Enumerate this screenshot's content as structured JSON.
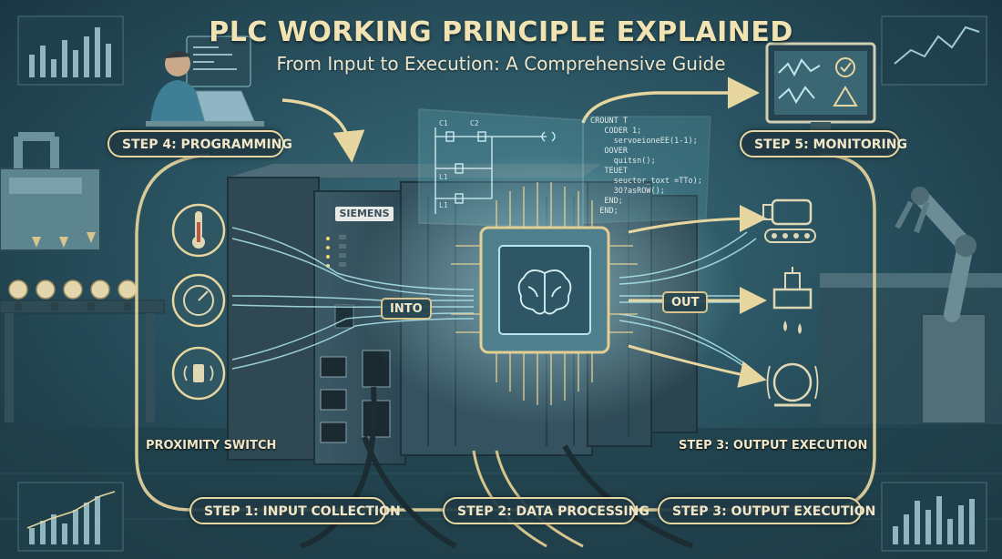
{
  "title": "PLC WORKING PRINCIPLE EXPLAINED",
  "subtitle": "From Input to Execution: A Comprehensive Guide",
  "steps": {
    "programming": "STEP 4: PROGRAMMING",
    "monitoring": "STEP 5: MONITORING",
    "input": "STEP 1: INPUT COLLECTION",
    "processing": "STEP 2: DATA PROCESSING",
    "output": "STEP 3: OUTPUT EXECUTION",
    "output_side": "STEP 3: OUTPUT EXECUTION"
  },
  "labels": {
    "into": "INTO",
    "out": "OUT",
    "proximity": "PROXIMITY SWITCH",
    "brand": "SIEMENS"
  },
  "ladder": {
    "c1": "C1",
    "c2": "C2",
    "l1a": "L1",
    "l1b": "L1"
  },
  "code_lines": [
    "CROUNT T",
    "   CODER 1;",
    "     servoeioneEE(1-1);",
    "   OOVER",
    "     quitsn();",
    "   TEUET",
    "     seuctor_toxt =TTo);",
    "     3O?asROW();",
    "   END;",
    "  END;"
  ],
  "icons": {
    "inputs": [
      "thermometer-icon",
      "pressure-gauge-icon",
      "proximity-sensor-icon"
    ],
    "outputs": [
      "motor-conveyor-icon",
      "solenoid-valve-icon",
      "alarm-bell-icon"
    ],
    "processor": "brain-chip-icon"
  },
  "colors": {
    "accent": "#e8d6a0",
    "glow": "#9fe4ee",
    "background": "#2a5361"
  }
}
